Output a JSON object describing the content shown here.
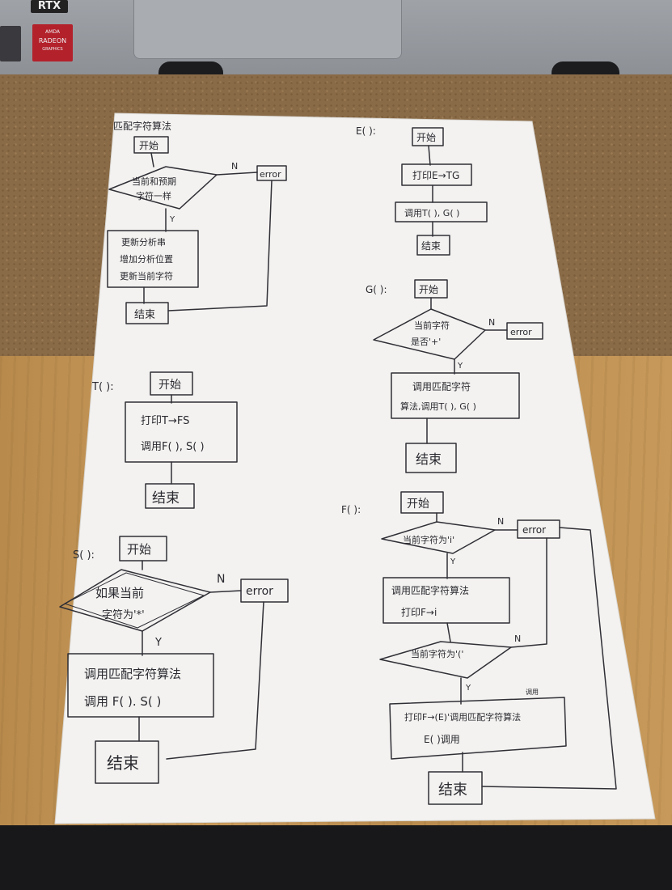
{
  "stickers": {
    "rtx": "RTX",
    "amd_line1": "AMDA",
    "amd_line2": "RADEON",
    "amd_line3": "GRAPHICS"
  },
  "flow_match": {
    "title": "匹配字符算法",
    "start": "开始",
    "decision_l1": "当前和预期",
    "decision_l2": "字符一样",
    "n_label": "N",
    "y_label": "Y",
    "error": "error",
    "process_l1": "更新分析串",
    "process_l2": "增加分析位置",
    "process_l3": "更新当前字符",
    "end": "结束"
  },
  "flow_E": {
    "label": "E( ):",
    "start": "开始",
    "step1": "打印E→TG",
    "step2": "调用T( ), G( )",
    "end": "结束"
  },
  "flow_G": {
    "label": "G( ):",
    "start": "开始",
    "decision_l1": "当前字符",
    "decision_l2": "是否'+'",
    "n_label": "N",
    "y_label": "Y",
    "error": "error",
    "process_l1": "调用匹配字符",
    "process_l2": "算法,调用T( ), G( )",
    "end": "结束"
  },
  "flow_T": {
    "label": "T( ):",
    "start": "开始",
    "process_l1": "打印T→FS",
    "process_l2": "调用F( ), S( )",
    "end": "结束"
  },
  "flow_F": {
    "label": "F( ):",
    "start": "开始",
    "decision1": "当前字符为'i'",
    "n1": "N",
    "y1": "Y",
    "error": "error",
    "process1_l1": "调用匹配字符算法",
    "process1_l2": "打印F→i",
    "decision2": "当前字符为'('",
    "n2": "N",
    "y2": "Y",
    "insert": "调用",
    "process2_l1": "打印F→(E)'调用匹配字符算法",
    "process2_l2": "E( )调用",
    "end": "结束"
  },
  "flow_S": {
    "label": "S( ):",
    "start": "开始",
    "decision_l1": "如果当前",
    "decision_l2": "字符为'*'",
    "n_label": "N",
    "y_label": "Y",
    "error": "error",
    "process_l1": "调用匹配字符算法",
    "process_l2": "调用 F( ). S( )",
    "end": "结束"
  }
}
